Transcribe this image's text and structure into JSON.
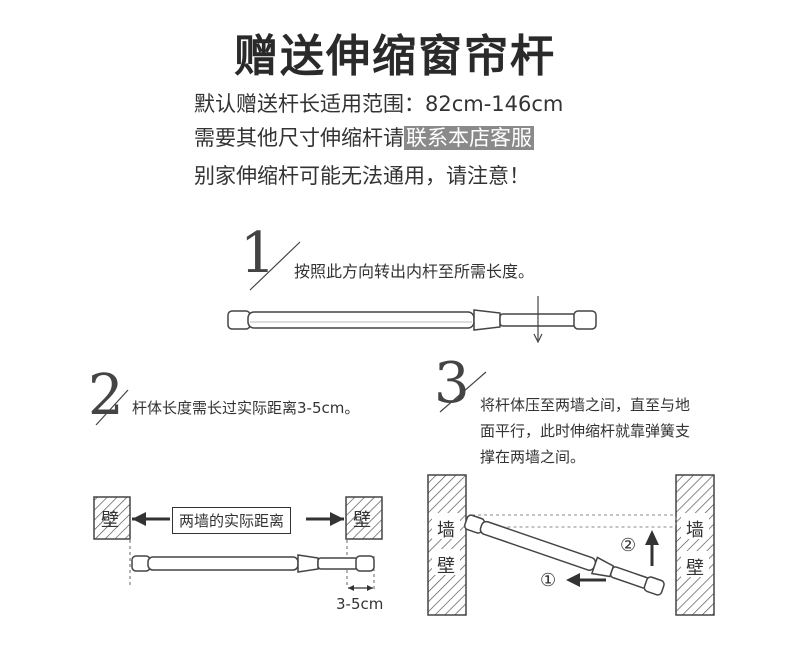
{
  "title": "赠送伸缩窗帘杆",
  "info": {
    "line1": "默认赠送杆长适用范围：82cm-146cm",
    "line2_prefix": "需要其他尺寸伸缩杆请",
    "line2_highlight": "联系本店客服",
    "line3": "别家伸缩杆可能无法通用，请注意！"
  },
  "steps": [
    {
      "num": "1",
      "text": "按照此方向转出内杆至所需长度。"
    },
    {
      "num": "2",
      "text": "杆体长度需长过实际距离3-5cm。"
    },
    {
      "num": "3",
      "lines": [
        "将杆体压至两墙之间，直至与地",
        "面平行，此时伸缩杆就靠弹簧支",
        "撑在两墙之间。"
      ]
    }
  ],
  "diagram2": {
    "wall_left": "壁",
    "wall_right": "壁",
    "distance_label": "两墙的实际距离",
    "gap_label": "3-5cm"
  },
  "diagram3": {
    "wall_left": [
      "墙",
      "壁"
    ],
    "wall_right": [
      "墙",
      "壁"
    ],
    "marker1": "①",
    "marker2": "②"
  }
}
